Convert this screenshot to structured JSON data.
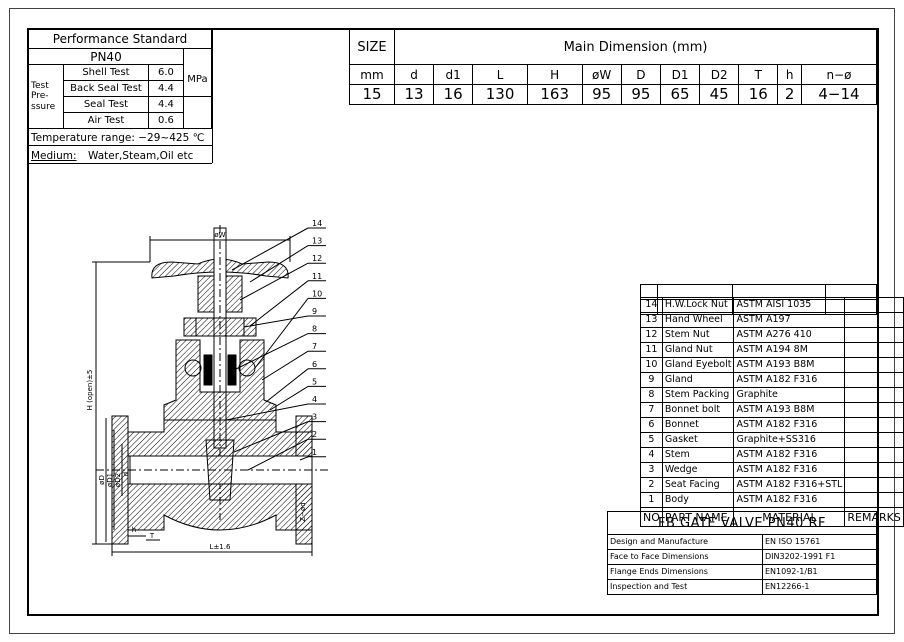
{
  "performance": {
    "title": "Performance Standard",
    "class": "PN40",
    "test_group": "Test Pre- ssure",
    "unit": "MPa",
    "rows": [
      {
        "label": "Shell Test",
        "value": "6.0"
      },
      {
        "label": "Back Seal Test",
        "value": "4.4"
      },
      {
        "label": "Seal Test",
        "value": "4.4"
      },
      {
        "label": "Air Test",
        "value": "0.6"
      }
    ],
    "temperature": "Temperature range: −29~425 ℃",
    "medium_label": "Medium:",
    "medium_value": "Water,Steam,Oil etc"
  },
  "dimensions": {
    "size_label": "SIZE",
    "main_label": "Main Dimension (mm)",
    "headers": [
      "mm",
      "d",
      "d1",
      "L",
      "H",
      "øW",
      "D",
      "D1",
      "D2",
      "T",
      "h",
      "n−ø"
    ],
    "values": [
      "15",
      "13",
      "16",
      "130",
      "163",
      "95",
      "95",
      "65",
      "45",
      "16",
      "2",
      "4−14"
    ]
  },
  "drawing": {
    "callouts": [
      "14",
      "13",
      "12",
      "11",
      "10",
      "9",
      "8",
      "7",
      "6",
      "5",
      "4",
      "3",
      "2",
      "1"
    ],
    "dim_w": "øW",
    "dim_h": "H (open)±5",
    "dim_l": "L±1.6",
    "dim_d": "øD",
    "dim_d1": "øD1",
    "dim_d2": "øD2",
    "dim_dd": "d",
    "dim_h_small": "h",
    "dim_t": "T",
    "dim_nz": "Z−ød"
  },
  "parts": {
    "headers": {
      "no": "NO",
      "name": "PART NAME",
      "material": "MATERIAL",
      "remarks": "REMARKS"
    },
    "rows": [
      {
        "no": "14",
        "name": "H.W.Lock Nut",
        "material": "ASTM AISI 1035"
      },
      {
        "no": "13",
        "name": "Hand Wheel",
        "material": "ASTM A197"
      },
      {
        "no": "12",
        "name": "Stem Nut",
        "material": "ASTM A276 410"
      },
      {
        "no": "11",
        "name": "Gland Nut",
        "material": "ASTM A194 8M"
      },
      {
        "no": "10",
        "name": "Gland Eyebolt",
        "material": "ASTM A193 B8M"
      },
      {
        "no": "9",
        "name": "Gland",
        "material": "ASTM A182 F316"
      },
      {
        "no": "8",
        "name": "Stem Packing",
        "material": "Graphite"
      },
      {
        "no": "7",
        "name": "Bonnet bolt",
        "material": "ASTM A193 B8M"
      },
      {
        "no": "6",
        "name": "Bonnet",
        "material": "ASTM A182 F316"
      },
      {
        "no": "5",
        "name": "Gasket",
        "material": "Graphite+SS316"
      },
      {
        "no": "4",
        "name": "Stem",
        "material": "ASTM A182 F316"
      },
      {
        "no": "3",
        "name": "Wedge",
        "material": "ASTM A182 F316"
      },
      {
        "no": "2",
        "name": "Seat Facing",
        "material": "ASTM A182 F316+STL"
      },
      {
        "no": "1",
        "name": "Body",
        "material": "ASTM A182 F316"
      }
    ]
  },
  "title_block": {
    "title": "FB GATE VALVE PN40 RF",
    "rows": [
      {
        "label": "Design and Manufacture",
        "value": "EN ISO 15761"
      },
      {
        "label": "Face to Face Dimensions",
        "value": "DIN3202-1991 F1"
      },
      {
        "label": "Flange Ends Dimensions",
        "value": "EN1092-1/B1"
      },
      {
        "label": "Inspection and Test",
        "value": "EN12266-1"
      }
    ]
  }
}
